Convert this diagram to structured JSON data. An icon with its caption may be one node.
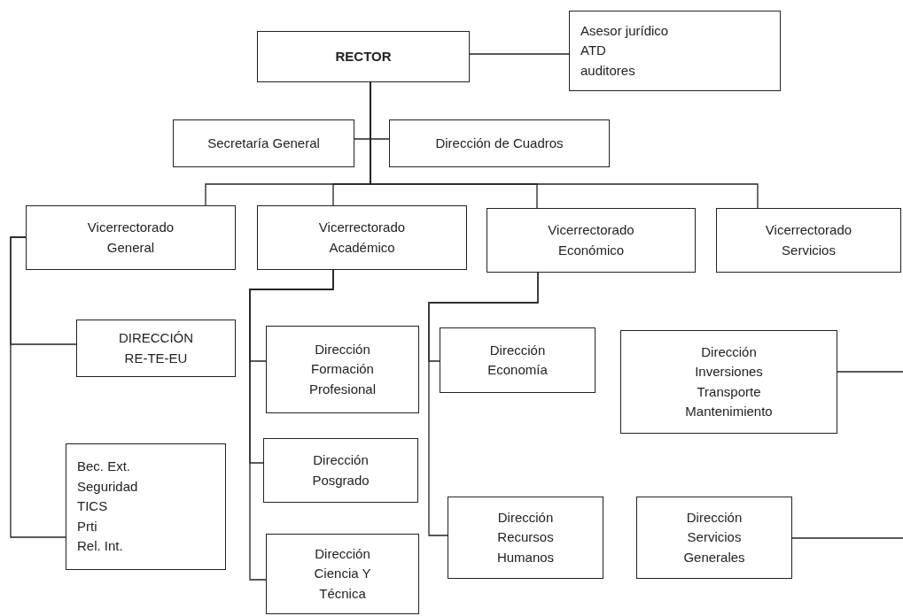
{
  "diagram": {
    "nodes": [
      {
        "text": [
          "RECTOR"
        ]
      },
      {
        "text": [
          "Asesor jurídico",
          "ATD",
          "auditores"
        ]
      },
      {
        "text": [
          "Secretaría General"
        ]
      },
      {
        "text": [
          "Dirección de Cuadros"
        ]
      },
      {
        "text": [
          "Vicerrectorado General"
        ]
      },
      {
        "text": [
          "Vicerrectorado Académico"
        ]
      },
      {
        "text": [
          "Vicerrectorado Económico"
        ]
      },
      {
        "text": [
          "Vicerrectorado Servicios"
        ]
      },
      {
        "text": [
          "DIRECCIÓN RE-TE-EU"
        ]
      },
      {
        "text": [
          "Bec. Ext.",
          "Seguridad",
          "TICS",
          "Prti",
          "Rel. Int."
        ]
      },
      {
        "text": [
          "Dirección Formación Profesional"
        ]
      },
      {
        "text": [
          "Dirección Posgrado"
        ]
      },
      {
        "text": [
          "Dirección Ciencia Y Técnica"
        ]
      },
      {
        "text": [
          "Dirección Economía"
        ]
      },
      {
        "text": [
          "Dirección Inversiones Transporte Mantenimiento"
        ]
      },
      {
        "text": [
          "Dirección Recursos Humanos"
        ]
      },
      {
        "text": [
          "Dirección Servicios Generales"
        ]
      }
    ],
    "edges": [
      {
        "from": 0,
        "to": 1,
        "arrow": "none"
      },
      {
        "from": 0,
        "to": 2,
        "arrow": "none"
      },
      {
        "from": 0,
        "to": 3,
        "arrow": "none"
      },
      {
        "from": 0,
        "to": 4,
        "arrow": "none"
      },
      {
        "from": 0,
        "to": 5,
        "arrow": "none"
      },
      {
        "from": 0,
        "to": 6,
        "arrow": "none"
      },
      {
        "from": 0,
        "to": 7,
        "arrow": "none"
      },
      {
        "from": 4,
        "to": 8,
        "arrow": "none"
      },
      {
        "from": 4,
        "to": 9,
        "arrow": "none"
      },
      {
        "from": 5,
        "to": 10,
        "arrow": "none"
      },
      {
        "from": 5,
        "to": 11,
        "arrow": "none"
      },
      {
        "from": 5,
        "to": 12,
        "arrow": "none"
      },
      {
        "from": 6,
        "to": 13,
        "arrow": "none"
      },
      {
        "from": 6,
        "to": 15,
        "arrow": "none"
      },
      {
        "from": null,
        "to": 14,
        "arrow": "none"
      },
      {
        "from": null,
        "to": 16,
        "arrow": "none"
      }
    ]
  }
}
